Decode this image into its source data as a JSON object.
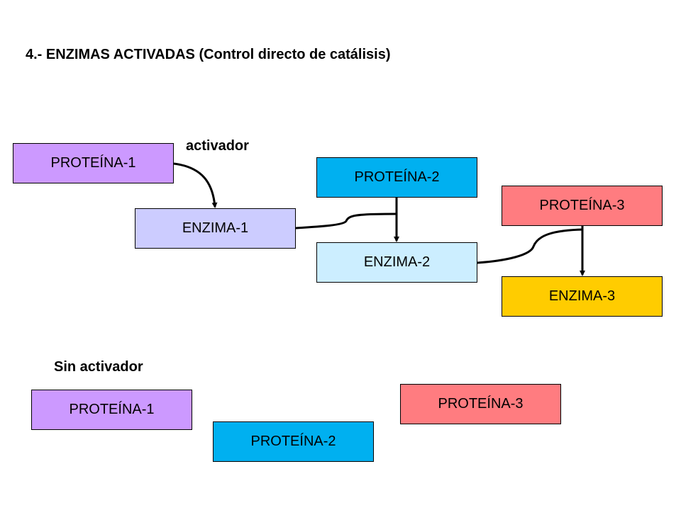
{
  "title": "4.- ENZIMAS ACTIVADAS (Control directo de catálisis)",
  "with_activator": {
    "label": "activador",
    "proteina_1": "PROTEÍNA-1",
    "proteina_2": "PROTEÍNA-2",
    "proteina_3": "PROTEÍNA-3",
    "enzima_1": "ENZIMA-1",
    "enzima_2": "ENZIMA-2",
    "enzima_3": "ENZIMA-3"
  },
  "without_activator": {
    "label": "Sin activador",
    "proteina_1": "PROTEÍNA-1",
    "proteina_2": "PROTEÍNA-2",
    "proteina_3": "PROTEÍNA-3"
  },
  "colors": {
    "proteina_1": "#cc99ff",
    "proteina_2": "#00b0f0",
    "proteina_3": "#ff7c80",
    "enzima_1": "#ccccff",
    "enzima_2": "#cceeff",
    "enzima_3": "#ffcc00"
  }
}
